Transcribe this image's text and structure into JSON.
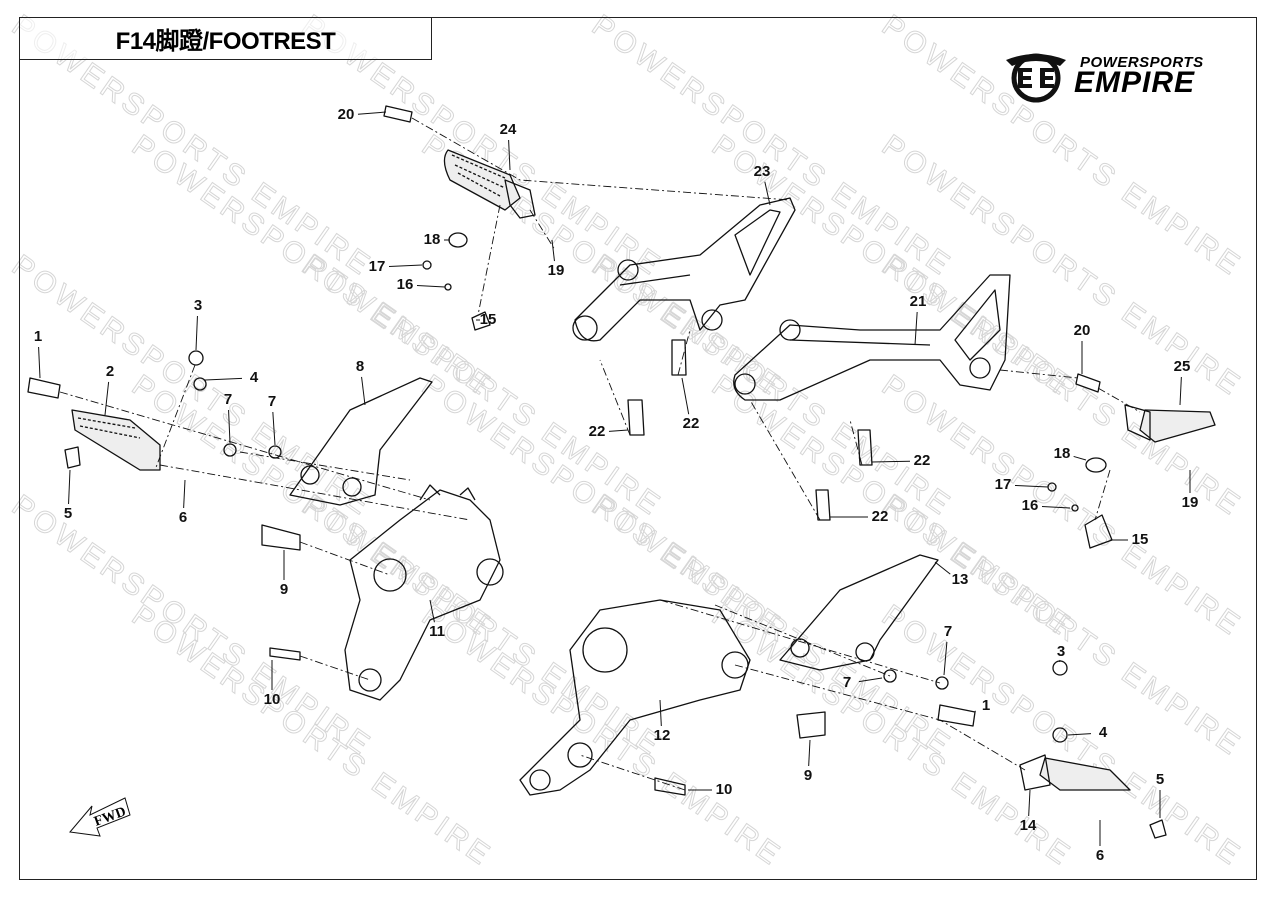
{
  "title": "F14脚蹬/FOOTREST",
  "logo": {
    "line1": "POWERSPORTS",
    "line2": "EMPIRE"
  },
  "watermark": "POWERSPORTS EMPIRE",
  "fwd_label": "FWD",
  "callouts": [
    "20",
    "24",
    "23",
    "18",
    "19",
    "17",
    "16",
    "15",
    "1",
    "2",
    "3",
    "4",
    "8",
    "7",
    "7",
    "5",
    "6",
    "9",
    "11",
    "10",
    "21",
    "20",
    "25",
    "22",
    "22",
    "22",
    "22",
    "18",
    "17",
    "16",
    "19",
    "15",
    "13",
    "7",
    "7",
    "3",
    "1",
    "4",
    "12",
    "9",
    "10",
    "5",
    "14",
    "6"
  ],
  "colors": {
    "line": "#111111",
    "watermark": "#d6d6d6"
  }
}
